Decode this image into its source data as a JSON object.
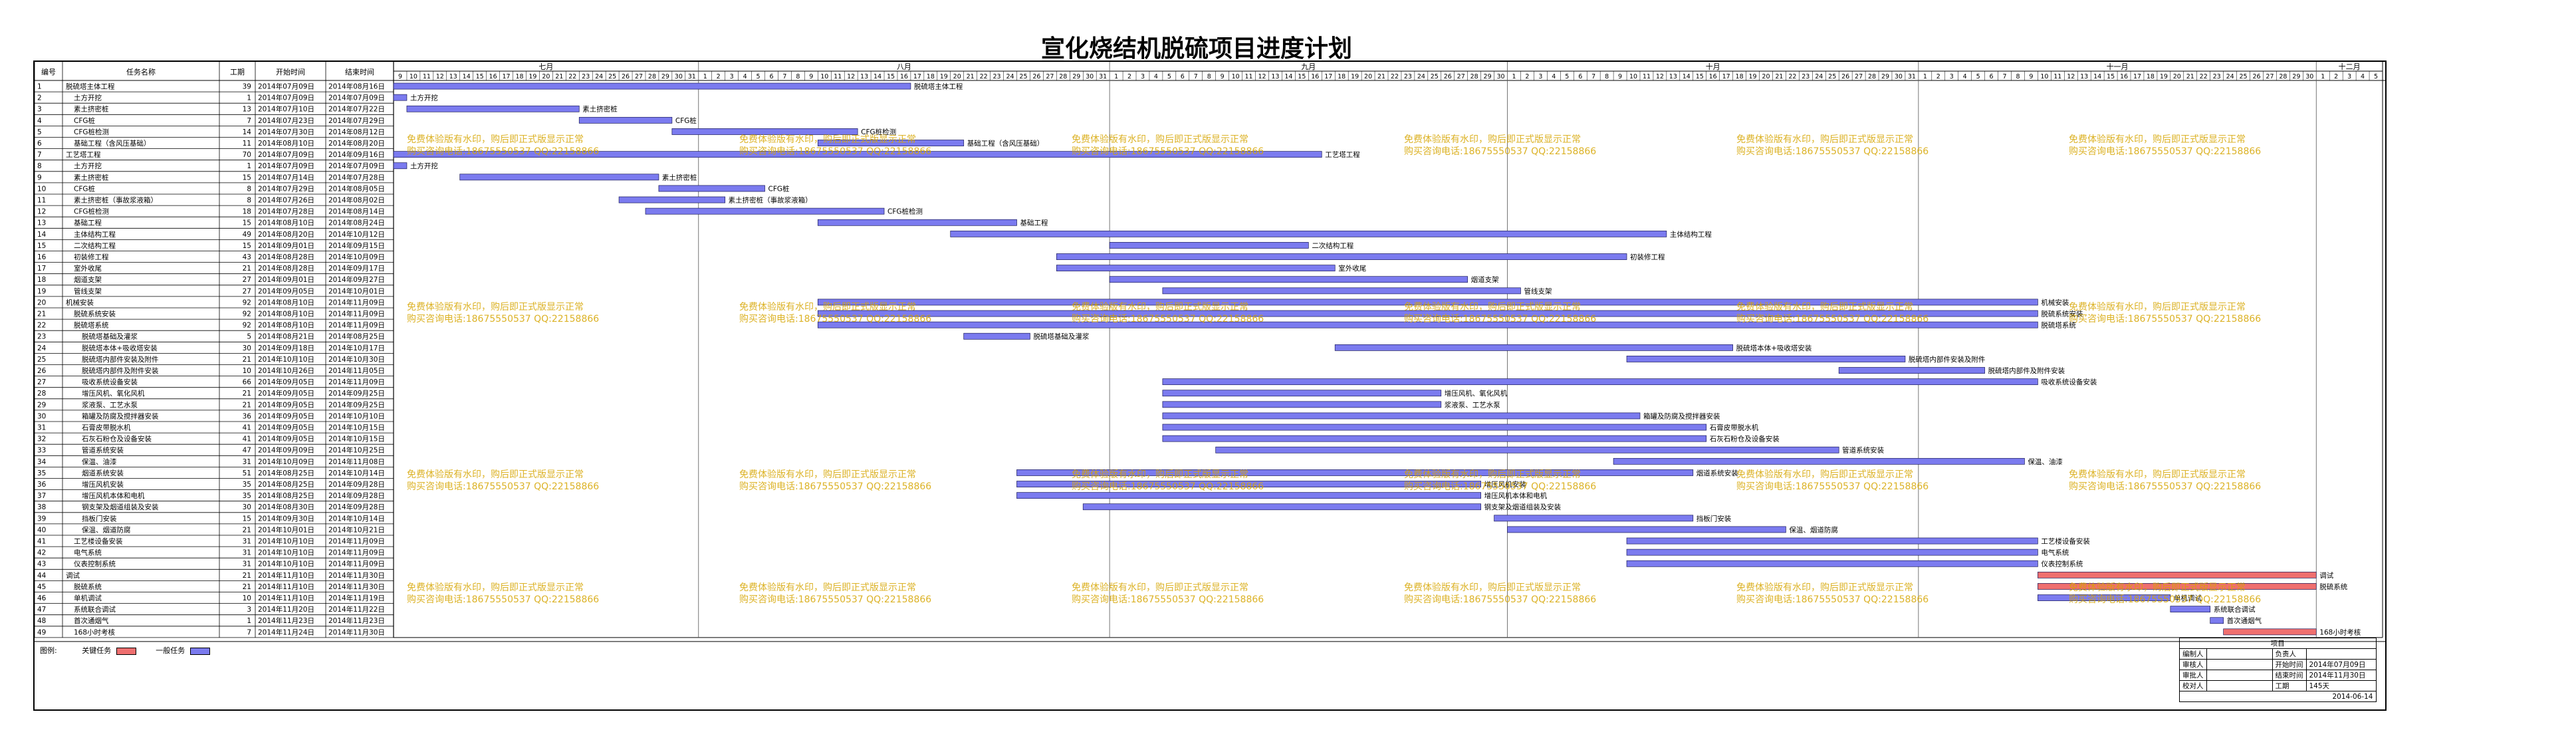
{
  "title": "宣化烧结机脱硫项目进度计划",
  "headers": {
    "no": "编号",
    "name": "任务名称",
    "dur": "工期",
    "start": "开始时间",
    "end": "结束时间"
  },
  "months": [
    {
      "label": "七月",
      "days": [
        9,
        10,
        11,
        12,
        13,
        14,
        15,
        16,
        17,
        18,
        19,
        20,
        21,
        22,
        23,
        24,
        25,
        26,
        27,
        28,
        29,
        30,
        31
      ]
    },
    {
      "label": "八月",
      "days": [
        1,
        2,
        3,
        4,
        5,
        6,
        7,
        8,
        9,
        10,
        11,
        12,
        13,
        14,
        15,
        16,
        17,
        18,
        19,
        20,
        21,
        22,
        23,
        24,
        25,
        26,
        27,
        28,
        29,
        30,
        31
      ]
    },
    {
      "label": "九月",
      "days": [
        1,
        2,
        3,
        4,
        5,
        6,
        7,
        8,
        9,
        10,
        11,
        12,
        13,
        14,
        15,
        16,
        17,
        18,
        19,
        20,
        21,
        22,
        23,
        24,
        25,
        26,
        27,
        28,
        29,
        30
      ]
    },
    {
      "label": "十月",
      "days": [
        1,
        2,
        3,
        4,
        5,
        6,
        7,
        8,
        9,
        10,
        11,
        12,
        13,
        14,
        15,
        16,
        17,
        18,
        19,
        20,
        21,
        22,
        23,
        24,
        25,
        26,
        27,
        28,
        29,
        30,
        31
      ]
    },
    {
      "label": "十一月",
      "days": [
        1,
        2,
        3,
        4,
        5,
        6,
        7,
        8,
        9,
        10,
        11,
        12,
        13,
        14,
        15,
        16,
        17,
        18,
        19,
        20,
        21,
        22,
        23,
        24,
        25,
        26,
        27,
        28,
        29,
        30
      ]
    },
    {
      "label": "十二月",
      "days": [
        1,
        2,
        3,
        4,
        5
      ]
    }
  ],
  "tasks": [
    {
      "no": "1",
      "name": "脱硫塔主体工程",
      "indent": 0,
      "dur": "39",
      "start": "2014年07月09日",
      "end": "2014年08月16日",
      "s": 0,
      "e": 38,
      "critical": false
    },
    {
      "no": "2",
      "name": "土方开挖",
      "indent": 1,
      "dur": "1",
      "start": "2014年07月09日",
      "end": "2014年07月09日",
      "s": 0,
      "e": 0,
      "critical": false
    },
    {
      "no": "3",
      "name": "素土挤密桩",
      "indent": 1,
      "dur": "13",
      "start": "2014年07月10日",
      "end": "2014年07月22日",
      "s": 1,
      "e": 13,
      "critical": false
    },
    {
      "no": "4",
      "name": "CFG桩",
      "indent": 1,
      "dur": "7",
      "start": "2014年07月23日",
      "end": "2014年07月29日",
      "s": 14,
      "e": 20,
      "critical": false
    },
    {
      "no": "5",
      "name": "CFG桩检测",
      "indent": 1,
      "dur": "14",
      "start": "2014年07月30日",
      "end": "2014年08月12日",
      "s": 21,
      "e": 34,
      "critical": false
    },
    {
      "no": "6",
      "name": "基础工程（含风压基础）",
      "indent": 1,
      "dur": "11",
      "start": "2014年08月10日",
      "end": "2014年08月20日",
      "s": 32,
      "e": 42,
      "critical": false
    },
    {
      "no": "7",
      "name": "工艺塔工程",
      "indent": 0,
      "dur": "70",
      "start": "2014年07月09日",
      "end": "2014年09月16日",
      "s": 0,
      "e": 69,
      "critical": false
    },
    {
      "no": "8",
      "name": "土方开挖",
      "indent": 1,
      "dur": "1",
      "start": "2014年07月09日",
      "end": "2014年07月09日",
      "s": 0,
      "e": 0,
      "critical": false
    },
    {
      "no": "9",
      "name": "素土挤密桩",
      "indent": 1,
      "dur": "15",
      "start": "2014年07月14日",
      "end": "2014年07月28日",
      "s": 5,
      "e": 19,
      "critical": false
    },
    {
      "no": "10",
      "name": "CFG桩",
      "indent": 1,
      "dur": "8",
      "start": "2014年07月29日",
      "end": "2014年08月05日",
      "s": 20,
      "e": 27,
      "critical": false
    },
    {
      "no": "11",
      "name": "素土挤密桩（事故浆液箱）",
      "indent": 1,
      "dur": "8",
      "start": "2014年07月26日",
      "end": "2014年08月02日",
      "s": 17,
      "e": 24,
      "critical": false
    },
    {
      "no": "12",
      "name": "CFG桩检测",
      "indent": 1,
      "dur": "18",
      "start": "2014年07月28日",
      "end": "2014年08月14日",
      "s": 19,
      "e": 36,
      "critical": false
    },
    {
      "no": "13",
      "name": "基础工程",
      "indent": 1,
      "dur": "15",
      "start": "2014年08月10日",
      "end": "2014年08月24日",
      "s": 32,
      "e": 46,
      "critical": false
    },
    {
      "no": "14",
      "name": "主体结构工程",
      "indent": 1,
      "dur": "49",
      "start": "2014年08月20日",
      "end": "2014年10月12日",
      "s": 42,
      "e": 95,
      "critical": false
    },
    {
      "no": "15",
      "name": "二次结构工程",
      "indent": 1,
      "dur": "15",
      "start": "2014年09月01日",
      "end": "2014年09月15日",
      "s": 54,
      "e": 68,
      "critical": false
    },
    {
      "no": "16",
      "name": "初装修工程",
      "indent": 1,
      "dur": "43",
      "start": "2014年08月28日",
      "end": "2014年10月09日",
      "s": 50,
      "e": 92,
      "critical": false
    },
    {
      "no": "17",
      "name": "室外收尾",
      "indent": 1,
      "dur": "21",
      "start": "2014年08月28日",
      "end": "2014年09月17日",
      "s": 50,
      "e": 70,
      "critical": false
    },
    {
      "no": "18",
      "name": "烟道支架",
      "indent": 1,
      "dur": "27",
      "start": "2014年09月01日",
      "end": "2014年09月27日",
      "s": 54,
      "e": 80,
      "critical": false
    },
    {
      "no": "19",
      "name": "管线支架",
      "indent": 1,
      "dur": "27",
      "start": "2014年09月05日",
      "end": "2014年10月01日",
      "s": 58,
      "e": 84,
      "critical": false
    },
    {
      "no": "20",
      "name": "机械安装",
      "indent": 0,
      "dur": "92",
      "start": "2014年08月10日",
      "end": "2014年11月09日",
      "s": 32,
      "e": 123,
      "critical": false
    },
    {
      "no": "21",
      "name": "脱硫系统安装",
      "indent": 1,
      "dur": "92",
      "start": "2014年08月10日",
      "end": "2014年11月09日",
      "s": 32,
      "e": 123,
      "critical": false
    },
    {
      "no": "22",
      "name": "脱硫塔系统",
      "indent": 1,
      "dur": "92",
      "start": "2014年08月10日",
      "end": "2014年11月09日",
      "s": 32,
      "e": 123,
      "critical": false
    },
    {
      "no": "23",
      "name": "脱硫塔基础及灌浆",
      "indent": 2,
      "dur": "5",
      "start": "2014年08月21日",
      "end": "2014年08月25日",
      "s": 43,
      "e": 47,
      "critical": false
    },
    {
      "no": "24",
      "name": "脱硫塔本体+吸收塔安装",
      "indent": 2,
      "dur": "30",
      "start": "2014年09月18日",
      "end": "2014年10月17日",
      "s": 71,
      "e": 100,
      "critical": false
    },
    {
      "no": "25",
      "name": "脱硫塔内部件安装及附件",
      "indent": 2,
      "dur": "21",
      "start": "2014年10月10日",
      "end": "2014年10月30日",
      "s": 93,
      "e": 113,
      "critical": false
    },
    {
      "no": "26",
      "name": "脱硫塔内部件及附件安装",
      "indent": 2,
      "dur": "10",
      "start": "2014年10月26日",
      "end": "2014年11月05日",
      "s": 109,
      "e": 119,
      "critical": false
    },
    {
      "no": "27",
      "name": "吸收系统设备安装",
      "indent": 2,
      "dur": "66",
      "start": "2014年09月05日",
      "end": "2014年11月09日",
      "s": 58,
      "e": 123,
      "critical": false
    },
    {
      "no": "28",
      "name": "增压风机、氧化风机",
      "indent": 2,
      "dur": "21",
      "start": "2014年09月05日",
      "end": "2014年09月25日",
      "s": 58,
      "e": 78,
      "critical": false
    },
    {
      "no": "29",
      "name": "浆液泵、工艺水泵",
      "indent": 2,
      "dur": "21",
      "start": "2014年09月05日",
      "end": "2014年09月25日",
      "s": 58,
      "e": 78,
      "critical": false
    },
    {
      "no": "30",
      "name": "箱罐及防腐及搅拌器安装",
      "indent": 2,
      "dur": "36",
      "start": "2014年09月05日",
      "end": "2014年10月10日",
      "s": 58,
      "e": 93,
      "critical": false
    },
    {
      "no": "31",
      "name": "石膏皮带脱水机",
      "indent": 2,
      "dur": "41",
      "start": "2014年09月05日",
      "end": "2014年10月15日",
      "s": 58,
      "e": 98,
      "critical": false
    },
    {
      "no": "32",
      "name": "石灰石粉仓及设备安装",
      "indent": 2,
      "dur": "41",
      "start": "2014年09月05日",
      "end": "2014年10月15日",
      "s": 58,
      "e": 98,
      "critical": false
    },
    {
      "no": "33",
      "name": "管道系统安装",
      "indent": 2,
      "dur": "47",
      "start": "2014年09月09日",
      "end": "2014年10月25日",
      "s": 62,
      "e": 108,
      "critical": false
    },
    {
      "no": "34",
      "name": "保温、油漆",
      "indent": 2,
      "dur": "31",
      "start": "2014年10月09日",
      "end": "2014年11月08日",
      "s": 92,
      "e": 122,
      "critical": false
    },
    {
      "no": "35",
      "name": "烟道系统安装",
      "indent": 2,
      "dur": "51",
      "start": "2014年08月25日",
      "end": "2014年10月14日",
      "s": 47,
      "e": 97,
      "critical": false
    },
    {
      "no": "36",
      "name": "增压风机安装",
      "indent": 2,
      "dur": "35",
      "start": "2014年08月25日",
      "end": "2014年09月28日",
      "s": 47,
      "e": 81,
      "critical": false
    },
    {
      "no": "37",
      "name": "增压风机本体和电机",
      "indent": 2,
      "dur": "35",
      "start": "2014年08月25日",
      "end": "2014年09月28日",
      "s": 47,
      "e": 81,
      "critical": false
    },
    {
      "no": "38",
      "name": "钢支架及烟道组装及安装",
      "indent": 2,
      "dur": "30",
      "start": "2014年08月30日",
      "end": "2014年09月28日",
      "s": 52,
      "e": 81,
      "critical": false
    },
    {
      "no": "39",
      "name": "挡板门安装",
      "indent": 2,
      "dur": "15",
      "start": "2014年09月30日",
      "end": "2014年10月14日",
      "s": 83,
      "e": 97,
      "critical": false
    },
    {
      "no": "40",
      "name": "保温、烟道防腐",
      "indent": 2,
      "dur": "21",
      "start": "2014年10月01日",
      "end": "2014年10月21日",
      "s": 84,
      "e": 104,
      "critical": false
    },
    {
      "no": "41",
      "name": "工艺楼设备安装",
      "indent": 1,
      "dur": "31",
      "start": "2014年10月10日",
      "end": "2014年11月09日",
      "s": 93,
      "e": 123,
      "critical": false
    },
    {
      "no": "42",
      "name": "电气系统",
      "indent": 1,
      "dur": "31",
      "start": "2014年10月10日",
      "end": "2014年11月09日",
      "s": 93,
      "e": 123,
      "critical": false
    },
    {
      "no": "43",
      "name": "仪表控制系统",
      "indent": 1,
      "dur": "31",
      "start": "2014年10月10日",
      "end": "2014年11月09日",
      "s": 93,
      "e": 123,
      "critical": false
    },
    {
      "no": "44",
      "name": "调试",
      "indent": 0,
      "dur": "21",
      "start": "2014年11月10日",
      "end": "2014年11月30日",
      "s": 124,
      "e": 144,
      "critical": true
    },
    {
      "no": "45",
      "name": "脱硫系统",
      "indent": 1,
      "dur": "21",
      "start": "2014年11月10日",
      "end": "2014年11月30日",
      "s": 124,
      "e": 144,
      "critical": true
    },
    {
      "no": "46",
      "name": "单机调试",
      "indent": 1,
      "dur": "10",
      "start": "2014年11月10日",
      "end": "2014年11月19日",
      "s": 124,
      "e": 133,
      "critical": false
    },
    {
      "no": "47",
      "name": "系统联合调试",
      "indent": 1,
      "dur": "3",
      "start": "2014年11月20日",
      "end": "2014年11月22日",
      "s": 134,
      "e": 136,
      "critical": false
    },
    {
      "no": "48",
      "name": "首次通烟气",
      "indent": 1,
      "dur": "1",
      "start": "2014年11月23日",
      "end": "2014年11月23日",
      "s": 137,
      "e": 137,
      "critical": false
    },
    {
      "no": "49",
      "name": "168小时考核",
      "indent": 1,
      "dur": "7",
      "start": "2014年11月24日",
      "end": "2014年11月30日",
      "s": 138,
      "e": 144,
      "critical": true
    }
  ],
  "legend": {
    "label": "图例:",
    "critical": "关键任务",
    "normal": "一般任务"
  },
  "info": {
    "head": "项目",
    "r1": [
      "编制人",
      "",
      "负责人",
      ""
    ],
    "r2": [
      "审核人",
      "",
      "开始时间",
      "2014年07月09日"
    ],
    "r3": [
      "审批人",
      "",
      "结束时间",
      "2014年11月30日"
    ],
    "r4": [
      "校对人",
      "",
      "工期",
      "145天"
    ],
    "date": "2014-06-14"
  },
  "watermark": [
    "免费体验版有水印，购后即正式版显示正常",
    "购买咨询电话:18675550537 QQ:22158866"
  ],
  "colors": {
    "normal_bar": "#7b7bef",
    "critical_bar": "#ef6f6f",
    "watermark": "#d6a500"
  }
}
